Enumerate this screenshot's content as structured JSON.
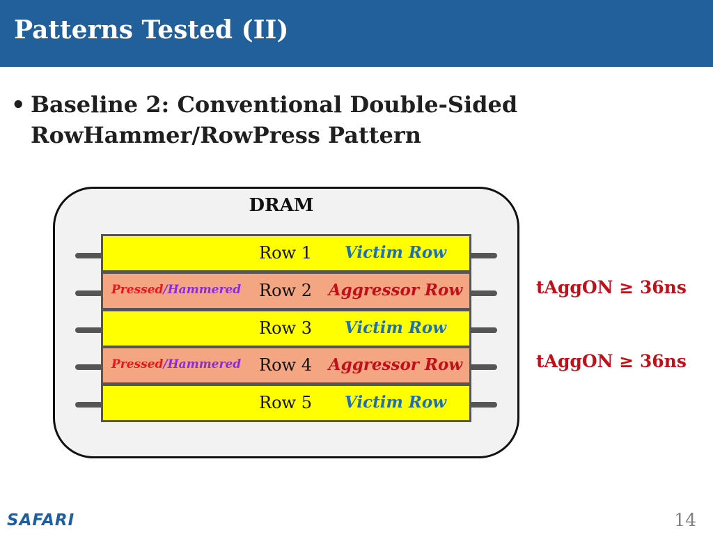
{
  "header": {
    "title": "Patterns Tested (II)"
  },
  "bullet": {
    "mark": "•",
    "text": "Baseline 2: Conventional Double-Sided RowHammer/RowPress Pattern"
  },
  "dram": {
    "label": "DRAM",
    "rows": [
      {
        "name": "Row 1",
        "role": "Victim Row",
        "type": "victim"
      },
      {
        "name": "Row 2",
        "role": "Aggressor Row",
        "type": "aggressor",
        "pressed": "Pressed",
        "separator": "/",
        "hammered": "Hammered"
      },
      {
        "name": "Row 3",
        "role": "Victim Row",
        "type": "victim"
      },
      {
        "name": "Row 4",
        "role": "Aggressor Row",
        "type": "aggressor",
        "pressed": "Pressed",
        "separator": "/",
        "hammered": "Hammered"
      },
      {
        "name": "Row 5",
        "role": "Victim Row",
        "type": "victim"
      }
    ],
    "timing_labels": [
      "tAggON ≥ 36ns",
      "tAggON ≥ 36ns"
    ]
  },
  "footer": {
    "logo": "SAFARI",
    "page_number": "14"
  },
  "colors": {
    "header_bg": "#22609c",
    "victim_row": "#ffff00",
    "aggressor_row": "#f4a582",
    "victim_text": "#1f6fb4",
    "aggressor_text": "#c0101a"
  }
}
